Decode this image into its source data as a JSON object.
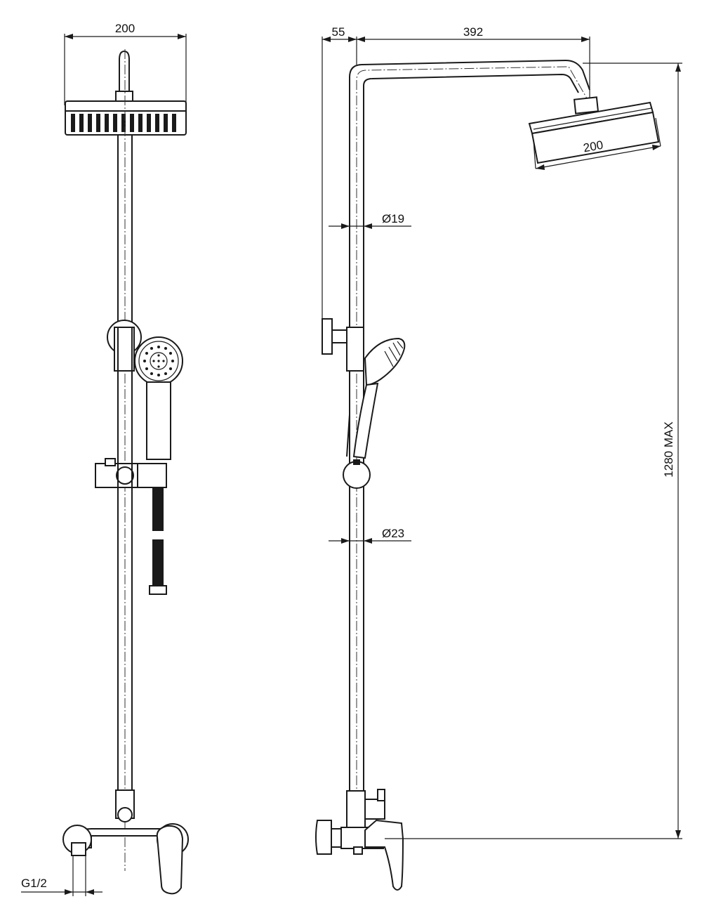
{
  "front_view": {
    "head_width_label": "200",
    "inlet_label": "G1/2"
  },
  "side_view": {
    "wall_offset_label": "55",
    "arm_length_label": "392",
    "head_width_label": "200",
    "upper_pipe_label": "Ø19",
    "lower_pipe_label": "Ø23",
    "height_label": "1280 MAX"
  }
}
